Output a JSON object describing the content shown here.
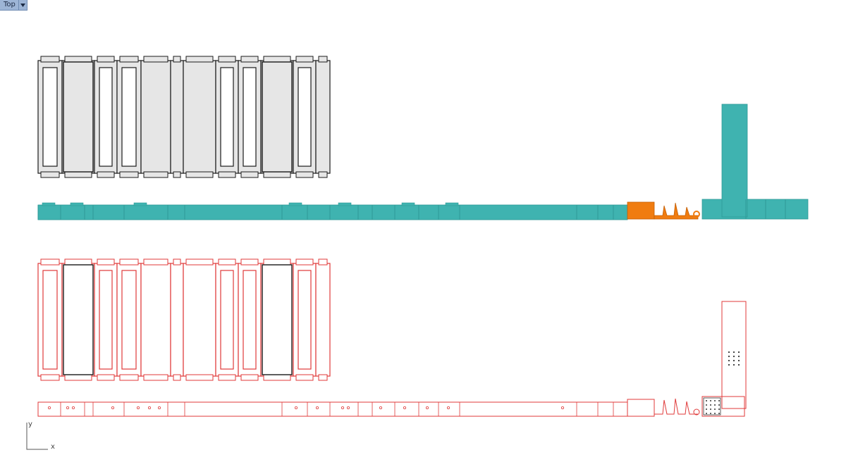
{
  "viewport": {
    "name": "Top",
    "menu_icon": "dropdown-triangle-icon"
  },
  "axes": {
    "x_label": "x",
    "y_label": "y"
  },
  "colors": {
    "background": "#ffffff",
    "tab_bg": "#9db5d6",
    "black_outline": "#1a1a1a",
    "gray_fill": "#e6e6e6",
    "teal_fill": "#3fb3b0",
    "teal_edge": "#2f9a97",
    "orange_fill": "#f07c10",
    "red_outline": "#e03a3a"
  }
}
